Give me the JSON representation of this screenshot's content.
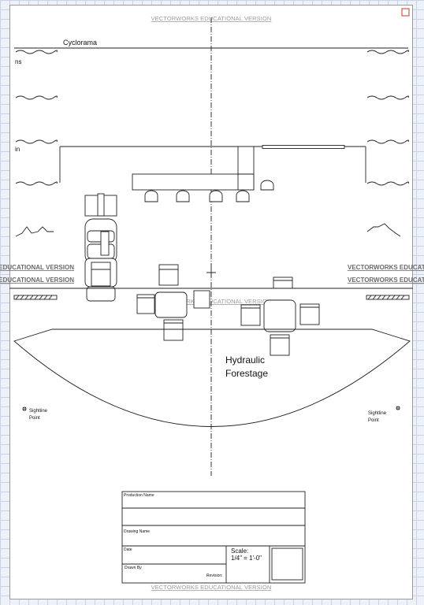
{
  "watermark": "VECTORWORKS EDUCATIONAL VERSION",
  "labels": {
    "cyclorama": "Cyclorama",
    "left_ns": "ns",
    "left_in": "in",
    "hydraulic_1": "Hydraulic",
    "hydraulic_2": "Forestage",
    "sightline_left_1": "Sightline",
    "sightline_left_2": "Point",
    "sightline_right_1": "Sightline",
    "sightline_right_2": "Point"
  },
  "title_block": {
    "production_name": "Production Name",
    "drawing_name": "Drawing Name",
    "date": "Date",
    "drawn_by": "Drawn By",
    "revision": "Revision:",
    "scale_label": "Scale:",
    "scale_value": "1/4\" = 1'-0\""
  },
  "colors": {
    "sheet_corner_marker": "#d0342c",
    "grid": "#c9d3e6",
    "watermark": "#9c9c9c"
  },
  "icons": {
    "corner": "red-square-icon",
    "sightline": "sightline-point-icon"
  }
}
